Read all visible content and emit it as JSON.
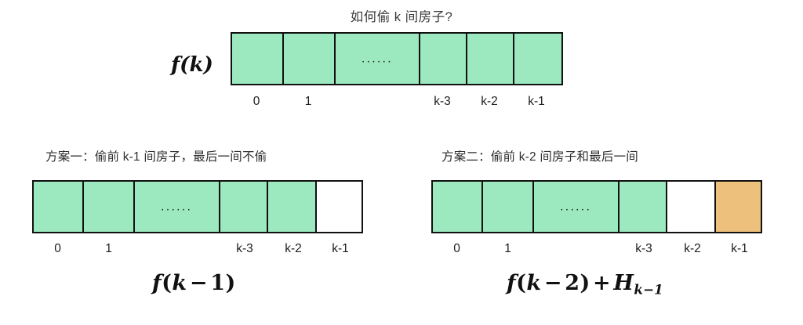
{
  "title": "如何偷 k 间房子?",
  "colors": {
    "stolen_green": "#9CE8BF",
    "last_house_orange": "#EDC17C",
    "empty_white": "#FFFFFF",
    "border": "#111111",
    "background": "#FFFFFF"
  },
  "top": {
    "function_label": "f(k)",
    "ellipsis": "......",
    "cells": [
      {
        "index_label": "0",
        "fill": "green",
        "content": ""
      },
      {
        "index_label": "1",
        "fill": "green",
        "content": ""
      },
      {
        "index_label": "",
        "fill": "green",
        "content": "......"
      },
      {
        "index_label": "k-3",
        "fill": "green",
        "content": ""
      },
      {
        "index_label": "k-2",
        "fill": "green",
        "content": ""
      },
      {
        "index_label": "k-1",
        "fill": "green",
        "content": ""
      }
    ]
  },
  "option_one": {
    "caption": "方案一：偷前 k-1 间房子，最后一间不偷",
    "ellipsis": "......",
    "cells": [
      {
        "index_label": "0",
        "fill": "green",
        "content": ""
      },
      {
        "index_label": "1",
        "fill": "green",
        "content": ""
      },
      {
        "index_label": "",
        "fill": "green",
        "content": "......"
      },
      {
        "index_label": "k-3",
        "fill": "green",
        "content": ""
      },
      {
        "index_label": "k-2",
        "fill": "green",
        "content": ""
      },
      {
        "index_label": "k-1",
        "fill": "white",
        "content": ""
      }
    ],
    "formula": {
      "f": "f",
      "open": "(",
      "var": "k",
      "op": "−",
      "num": "1",
      "close": ")"
    }
  },
  "option_two": {
    "caption": "方案二：偷前 k-2 间房子和最后一间",
    "ellipsis": "......",
    "cells": [
      {
        "index_label": "0",
        "fill": "green",
        "content": ""
      },
      {
        "index_label": "1",
        "fill": "green",
        "content": ""
      },
      {
        "index_label": "",
        "fill": "green",
        "content": "......"
      },
      {
        "index_label": "k-3",
        "fill": "green",
        "content": ""
      },
      {
        "index_label": "k-2",
        "fill": "white",
        "content": ""
      },
      {
        "index_label": "k-1",
        "fill": "orange",
        "content": ""
      }
    ],
    "formula": {
      "f": "f",
      "open": "(",
      "var": "k",
      "op": "−",
      "num": "2",
      "close": ")",
      "plus": "+",
      "h": "H",
      "h_sub": "k−1"
    }
  }
}
